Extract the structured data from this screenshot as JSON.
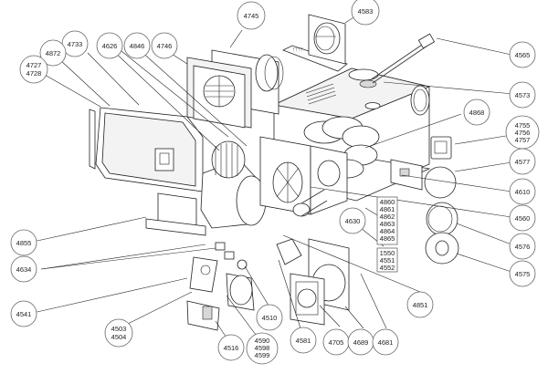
{
  "diagram": {
    "type": "exploded-parts-diagram",
    "subject": "furnace / heater assembly",
    "callouts": [
      {
        "id": "c4745",
        "lines": [
          "4745"
        ]
      },
      {
        "id": "c4583",
        "lines": [
          "4583"
        ]
      },
      {
        "id": "c4565",
        "lines": [
          "4565"
        ]
      },
      {
        "id": "c4733",
        "lines": [
          "4733"
        ]
      },
      {
        "id": "c4626",
        "lines": [
          "4626"
        ]
      },
      {
        "id": "c4846",
        "lines": [
          "4846"
        ]
      },
      {
        "id": "c4746",
        "lines": [
          "4746"
        ]
      },
      {
        "id": "c4872",
        "lines": [
          "4872"
        ]
      },
      {
        "id": "c4727",
        "lines": [
          "4727",
          "4728"
        ]
      },
      {
        "id": "c4573",
        "lines": [
          "4573"
        ]
      },
      {
        "id": "c4868",
        "lines": [
          "4868"
        ]
      },
      {
        "id": "c4755",
        "lines": [
          "4755",
          "4756",
          "4757"
        ]
      },
      {
        "id": "c4577",
        "lines": [
          "4577"
        ]
      },
      {
        "id": "c4610",
        "lines": [
          "4610"
        ]
      },
      {
        "id": "c4560",
        "lines": [
          "4560"
        ]
      },
      {
        "id": "c4576",
        "lines": [
          "4576"
        ]
      },
      {
        "id": "c4575",
        "lines": [
          "4575"
        ]
      },
      {
        "id": "c4630",
        "lines": [
          "4630"
        ]
      },
      {
        "id": "c4855",
        "lines": [
          "4855"
        ]
      },
      {
        "id": "c4634",
        "lines": [
          "4634"
        ]
      },
      {
        "id": "c4541",
        "lines": [
          "4541"
        ]
      },
      {
        "id": "c4503",
        "lines": [
          "4503",
          "4504"
        ]
      },
      {
        "id": "c4516",
        "lines": [
          "4516"
        ]
      },
      {
        "id": "c4590",
        "lines": [
          "4590",
          "4598",
          "4599"
        ]
      },
      {
        "id": "c4510",
        "lines": [
          "4510"
        ]
      },
      {
        "id": "c4581",
        "lines": [
          "4581"
        ]
      },
      {
        "id": "c4705",
        "lines": [
          "4705"
        ]
      },
      {
        "id": "c4689",
        "lines": [
          "4689"
        ]
      },
      {
        "id": "c4681",
        "lines": [
          "4681"
        ]
      },
      {
        "id": "c4851",
        "lines": [
          "4851"
        ]
      }
    ],
    "boxed_labels": [
      {
        "id": "b4860",
        "lines": [
          "4860",
          "4861",
          "4862",
          "4863",
          "4864",
          "4865"
        ]
      },
      {
        "id": "b1550",
        "lines": [
          "1550",
          "4551",
          "4552"
        ]
      }
    ]
  }
}
